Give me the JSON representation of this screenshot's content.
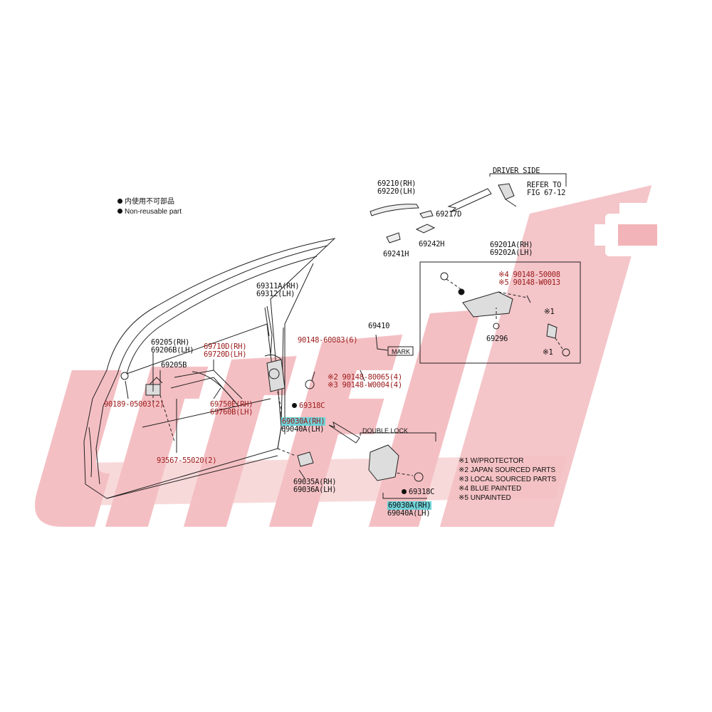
{
  "watermark": {
    "color": "#f2b4b8"
  },
  "legend": {
    "line1": "内使用不可部品",
    "line2": "Non-reusable part"
  },
  "driver_side": {
    "title": "DRIVER SIDE",
    "refer_line1": "REFER TO",
    "refer_line2": "FIG 67-12"
  },
  "parts": {
    "p69210": "69210(RH)",
    "p69220": "69220(LH)",
    "p69217d": "69217D",
    "p69241h": "69241H",
    "p69242h": "69242H",
    "p69201a": "69201A(RH)",
    "p69202a": "69202A(LH)",
    "p90148s": "※4 90148-50008",
    "p90148w": "※5 90148-W0013",
    "p69296": "69296",
    "note1a": "※1",
    "note1b": "※1",
    "p69410": "69410",
    "mark": "MARK",
    "p69311a": "69311A(RH)",
    "p69312": "69312(LH)",
    "p90148_60083": "90148-60083(6)",
    "p90148_80065": "※2 90148-80065(4)",
    "p90148_w0004": "※3 90148-W0004(4)",
    "p69205": "69205(RH)",
    "p69206b": "69206B(LH)",
    "p69205b": "69205B",
    "p69710d": "69710D(RH)",
    "p69720d": "69720D(LH)",
    "p69750e": "69750E(RH)",
    "p69760b": "69760B(LH)",
    "p90189": "90189-05003(2)",
    "p93567": "93567-55020(2)",
    "p69318c_a": "69318C",
    "p69030a_a": "69030A(RH)",
    "p69040a_a": "69040A(LH)",
    "p69035a": "69035A(RH)",
    "p69036a": "69036A(LH)",
    "double_lock": "DOUBLE LOCK",
    "p69318c_b": "69318C",
    "p69030a_b": "69030A(RH)",
    "p69040a_b": "69040A(LH)"
  },
  "notes": [
    "※1 W/PROTECTOR",
    "※2 JAPAN SOURCED PARTS",
    "※3 LOCAL SOURCED PARTS",
    "※4 BLUE PAINTED",
    "※5 UNPAINTED"
  ]
}
